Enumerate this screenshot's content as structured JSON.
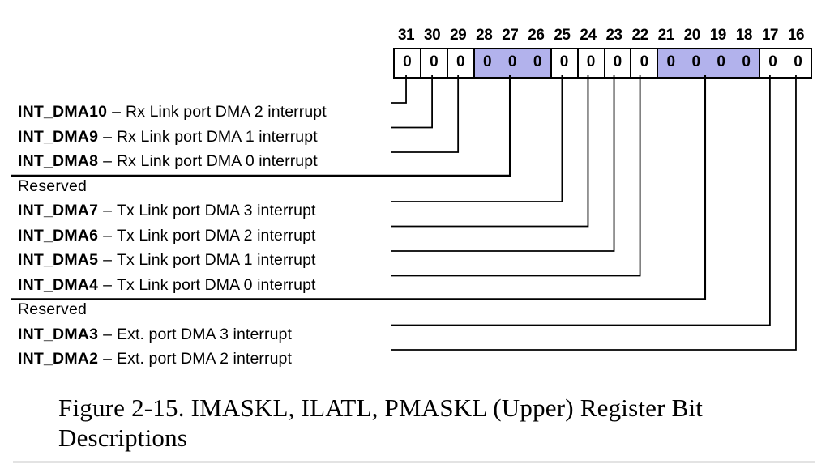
{
  "diagram": {
    "separator": "–",
    "register": {
      "bit_numbers": [
        "31",
        "30",
        "29",
        "28",
        "27",
        "26",
        "25",
        "24",
        "23",
        "22",
        "21",
        "20",
        "19",
        "18",
        "17",
        "16"
      ],
      "fields": [
        {
          "bits": [
            31
          ],
          "bit_values": [
            "0"
          ],
          "highlighted": false
        },
        {
          "bits": [
            30
          ],
          "bit_values": [
            "0"
          ],
          "highlighted": false
        },
        {
          "bits": [
            29
          ],
          "bit_values": [
            "0"
          ],
          "highlighted": false
        },
        {
          "bits": [
            28,
            27,
            26
          ],
          "bit_values": [
            "0",
            "0",
            "0"
          ],
          "highlighted": true
        },
        {
          "bits": [
            25
          ],
          "bit_values": [
            "0"
          ],
          "highlighted": false
        },
        {
          "bits": [
            24
          ],
          "bit_values": [
            "0"
          ],
          "highlighted": false
        },
        {
          "bits": [
            23
          ],
          "bit_values": [
            "0"
          ],
          "highlighted": false
        },
        {
          "bits": [
            22
          ],
          "bit_values": [
            "0"
          ],
          "highlighted": false
        },
        {
          "bits": [
            21,
            20,
            19,
            18
          ],
          "bit_values": [
            "0",
            "0",
            "0",
            "0"
          ],
          "highlighted": true
        },
        {
          "bits": [
            17,
            16
          ],
          "bit_values": [
            "0",
            "0"
          ],
          "highlighted": false
        }
      ]
    },
    "rows": [
      {
        "name": "INT_DMA10",
        "desc": "Rx Link port DMA 2 interrupt",
        "bits": [
          31
        ],
        "reserved": false
      },
      {
        "name": "INT_DMA9",
        "desc": "Rx Link port DMA 1 interrupt",
        "bits": [
          30
        ],
        "reserved": false
      },
      {
        "name": "INT_DMA8",
        "desc": "Rx Link port DMA 0 interrupt",
        "bits": [
          29
        ],
        "reserved": false
      },
      {
        "name": "Reserved",
        "desc": null,
        "bits": [
          28,
          27,
          26
        ],
        "reserved": true
      },
      {
        "name": "INT_DMA7",
        "desc": "Tx Link port DMA 3 interrupt",
        "bits": [
          25
        ],
        "reserved": false
      },
      {
        "name": "INT_DMA6",
        "desc": "Tx Link port DMA 2 interrupt",
        "bits": [
          24
        ],
        "reserved": false
      },
      {
        "name": "INT_DMA5",
        "desc": "Tx Link port DMA 1 interrupt",
        "bits": [
          23
        ],
        "reserved": false
      },
      {
        "name": "INT_DMA4",
        "desc": "Tx Link port DMA 0 interrupt",
        "bits": [
          22
        ],
        "reserved": false
      },
      {
        "name": "Reserved",
        "desc": null,
        "bits": [
          21,
          20,
          19,
          18
        ],
        "reserved": true
      },
      {
        "name": "INT_DMA3",
        "desc": "Ext. port DMA 3 interrupt",
        "bits": [
          17
        ],
        "reserved": false
      },
      {
        "name": "INT_DMA2",
        "desc": "Ext. port DMA 2 interrupt",
        "bits": [
          16
        ],
        "reserved": false
      }
    ]
  },
  "caption": {
    "line1": "Figure 2-15. IMASKL, ILATL, PMASKL (Upper) Register Bit",
    "line2": "Descriptions"
  },
  "colors": {
    "highlight": "#b2b2ec",
    "line": "#000000",
    "text": "#000000"
  }
}
